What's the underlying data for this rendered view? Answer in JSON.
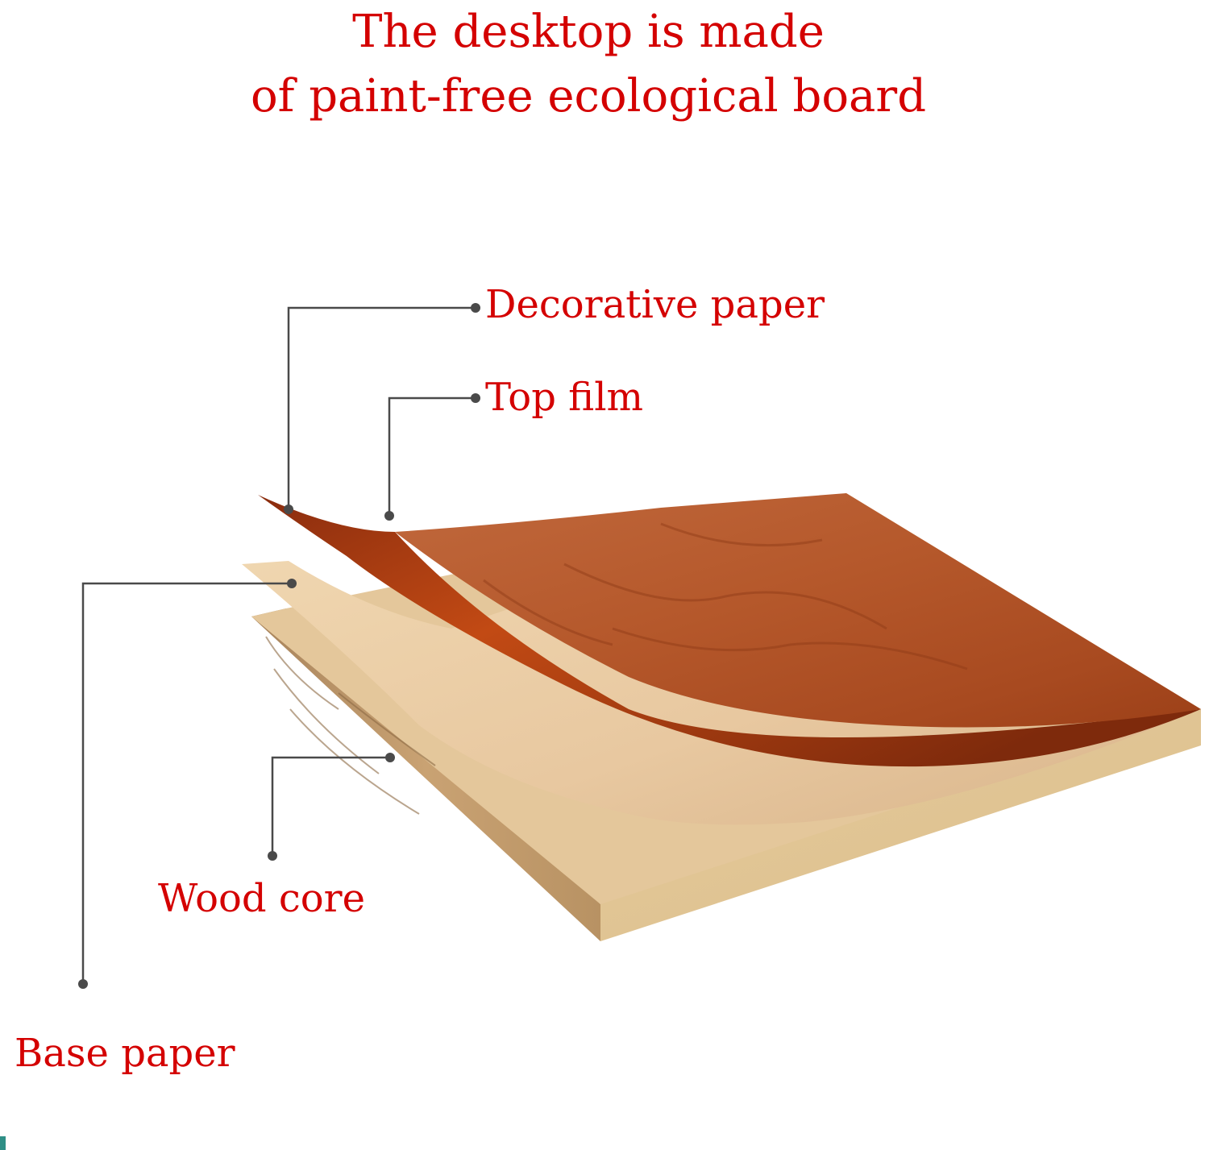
{
  "title": {
    "line1": "The desktop is made",
    "line2": "of paint-free ecological board"
  },
  "labels": {
    "decorative_paper": "Decorative paper",
    "top_film": "Top film",
    "wood_core": "Wood core",
    "base_paper": "Base paper"
  },
  "colors": {
    "label_text": "#d40000",
    "leader_line": "#4a4a4a",
    "veneer": "#b04a1e",
    "base_paper": "#ecd2a8",
    "wood_core": "#d9b98a"
  }
}
